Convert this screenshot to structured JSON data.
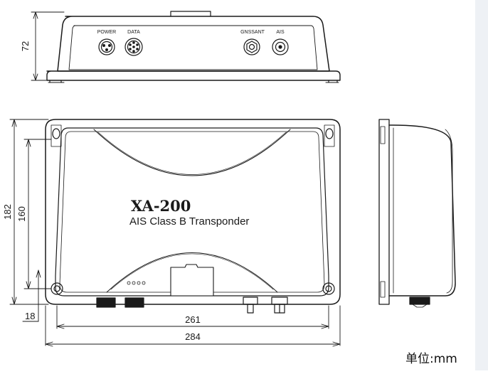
{
  "front_panel": {
    "connectors": {
      "power": "POWER",
      "data": "DATA",
      "gnss": "GNSSANT",
      "ais": "AIS"
    }
  },
  "top_view": {
    "model": "XA-200",
    "description": "AIS Class B Transponder"
  },
  "dimensions": {
    "height": "72",
    "depth_outer": "182",
    "depth_inner": "160",
    "flange": "18",
    "width_inner": "261",
    "width_outer": "284"
  },
  "unit": "单位:mm",
  "colors": {
    "line": "#1a1a1a",
    "background": "#ffffff",
    "edge_strip": "#eef1f5"
  }
}
